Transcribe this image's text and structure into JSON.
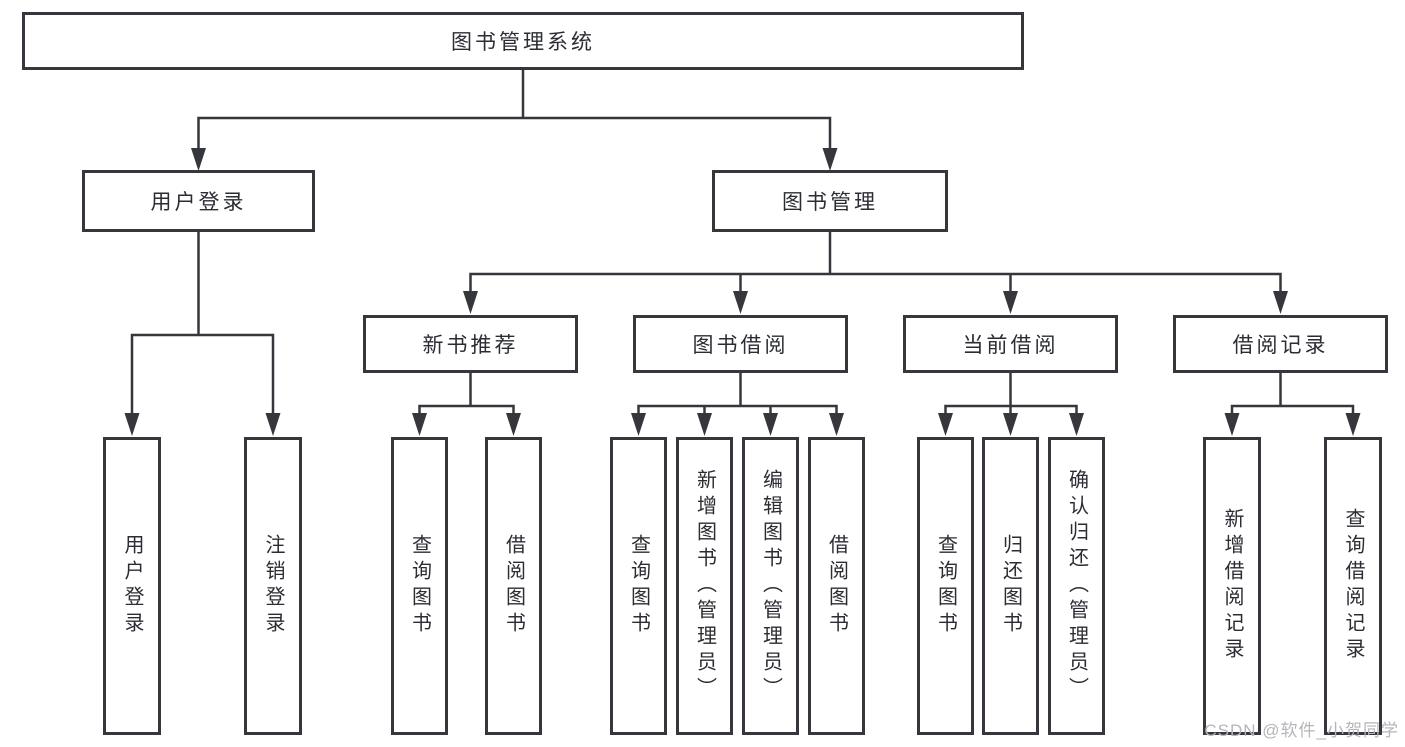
{
  "diagram": {
    "title": "图书管理系统",
    "level2": {
      "user_login": "用户登录",
      "book_management": "图书管理"
    },
    "level3": {
      "new_book_recommend": "新书推荐",
      "book_borrow": "图书借阅",
      "current_borrow": "当前借阅",
      "borrow_records": "借阅记录"
    },
    "leaves": {
      "user_login": [
        "用户登录",
        "注销登录"
      ],
      "new_book_recommend": [
        "查询图书",
        "借阅图书"
      ],
      "book_borrow": [
        "查询图书",
        "新增图书（管理员）",
        "编辑图书（管理员）",
        "借阅图书"
      ],
      "current_borrow": [
        "查询图书",
        "归还图书",
        "确认归还（管理员）"
      ],
      "borrow_records": [
        "新增借阅记录",
        "查询借阅记录"
      ]
    }
  },
  "watermark": {
    "text": "CSDN @软件_小贺同学"
  },
  "colors": {
    "line": "#35373c",
    "text": "#2b2d33",
    "background": "#ffffff",
    "watermark": "#b5b5ba"
  }
}
